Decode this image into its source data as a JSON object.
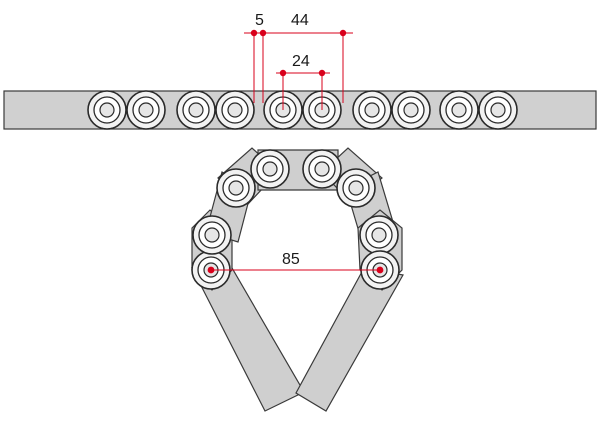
{
  "dimensions": {
    "gap": "5",
    "pitch_outer": "44",
    "roller_spacing": "24",
    "loop_width": "85"
  },
  "colors": {
    "dimension_red": "#d9001b",
    "plate_gray": "#d0d0d0",
    "outline": "#2a2a2a"
  }
}
